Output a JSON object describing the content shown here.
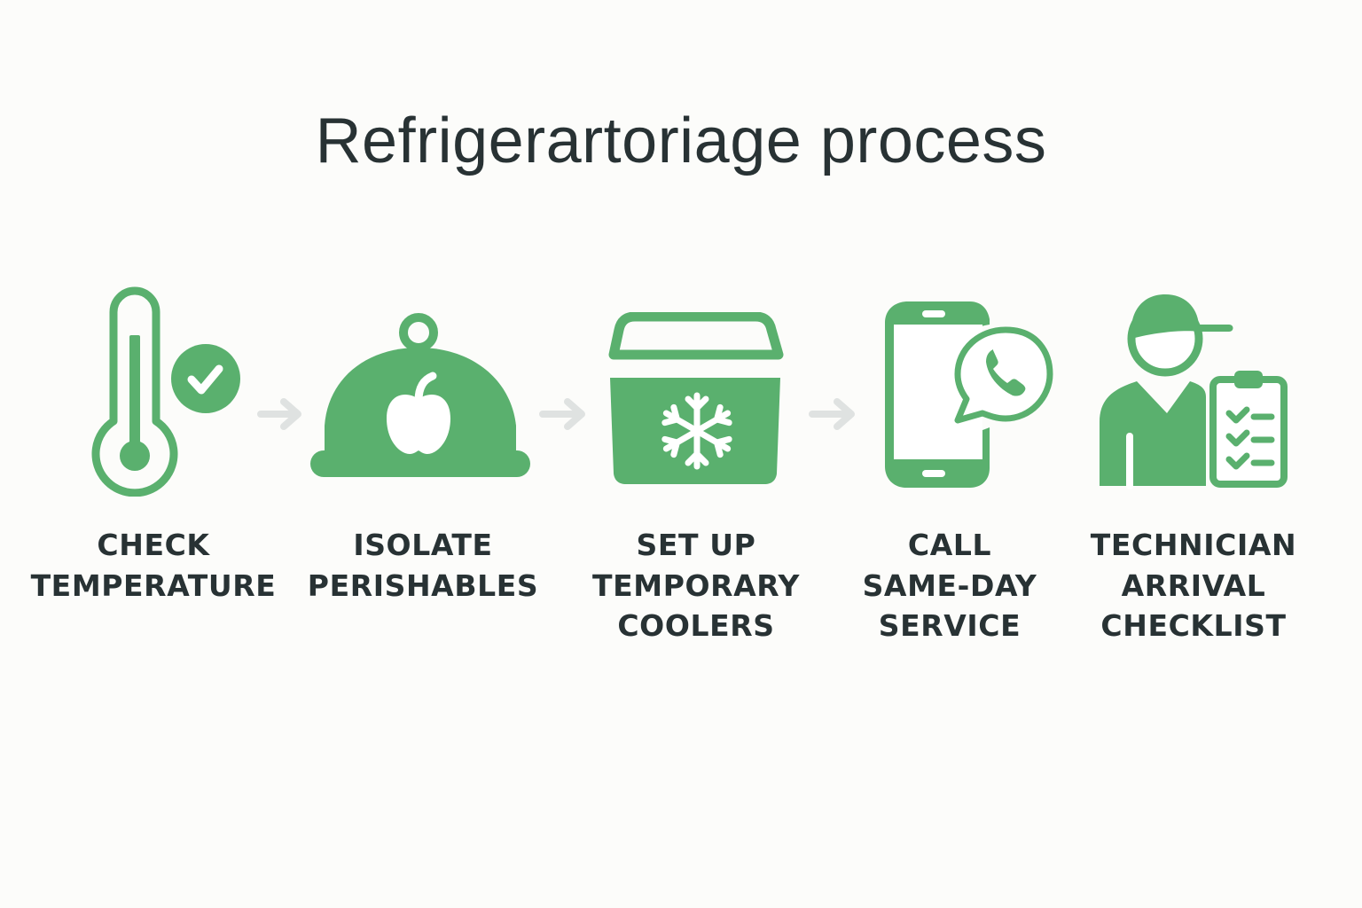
{
  "title": "Refrigerartoriage process",
  "colors": {
    "accent": "#5ab06e",
    "arrow": "#dfe2e1",
    "text": "#283234",
    "background": "#fcfcfa"
  },
  "steps": [
    {
      "icon": "thermometer-check-icon",
      "label": "CHECK\nTEMPERATURE"
    },
    {
      "icon": "food-cloche-apple-icon",
      "label": "ISOLATE\nPERISHABLES"
    },
    {
      "icon": "cooler-snowflake-icon",
      "label": "SET UP\nTEMPORARY\nCOOLERS"
    },
    {
      "icon": "phone-call-bubble-icon",
      "label": "CALL\nSAME-DAY\nSERVICE"
    },
    {
      "icon": "technician-clipboard-icon",
      "label": "TECHNICIAN\nARRIVAL\nCHECKLIST"
    }
  ],
  "arrows": [
    {
      "icon": "arrow-right-icon"
    },
    {
      "icon": "arrow-right-icon"
    },
    {
      "icon": "arrow-right-icon"
    }
  ]
}
